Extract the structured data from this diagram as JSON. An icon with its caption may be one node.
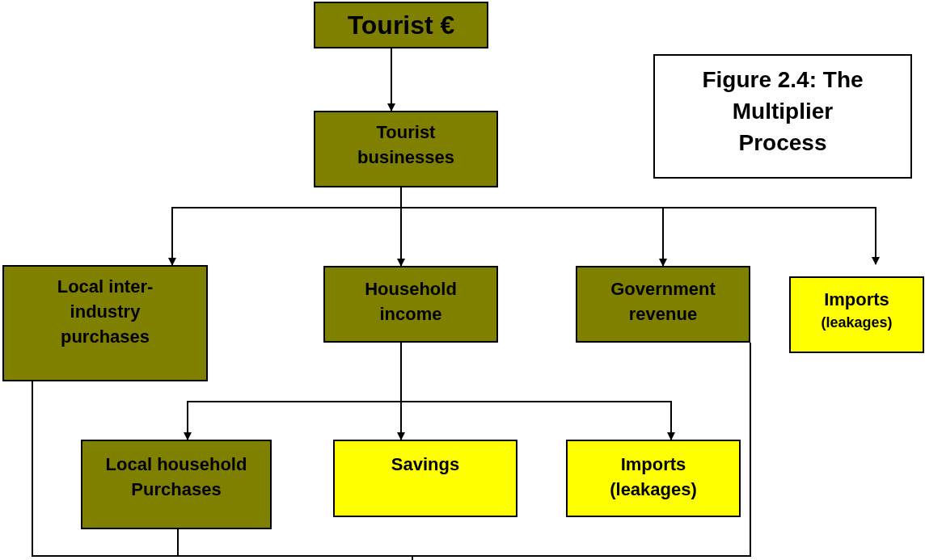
{
  "diagram": {
    "nodes": [
      {
        "text": [
          "Tourist €"
        ]
      },
      {
        "text": [
          "Tourist businesses"
        ]
      },
      {
        "text": [
          "Figure 2.4: The Multiplier Process"
        ]
      },
      {
        "text": [
          "Local inter-industry purchases"
        ]
      },
      {
        "text": [
          "Household income"
        ]
      },
      {
        "text": [
          "Government revenue"
        ]
      },
      {
        "text": [
          "Imports",
          "(leakages)"
        ]
      },
      {
        "text": [
          "Local household Purchases"
        ]
      },
      {
        "text": [
          "Savings"
        ]
      },
      {
        "text": [
          "Imports (leakages)"
        ]
      }
    ],
    "edges": [
      {
        "from": 0,
        "to": 1,
        "arrow": "to"
      },
      {
        "from": 1,
        "to": 3,
        "arrow": "to"
      },
      {
        "from": 1,
        "to": 4,
        "arrow": "to"
      },
      {
        "from": 1,
        "to": 5,
        "arrow": "to"
      },
      {
        "from": 1,
        "to": 6,
        "arrow": "to"
      },
      {
        "from": 4,
        "to": 7,
        "arrow": "to"
      },
      {
        "from": 4,
        "to": 8,
        "arrow": "to"
      },
      {
        "from": 4,
        "to": 9,
        "arrow": "to"
      },
      {
        "from": 3,
        "to": null,
        "arrow": "none"
      },
      {
        "from": 7,
        "to": null,
        "arrow": "none"
      },
      {
        "from": 5,
        "to": null,
        "arrow": "none"
      }
    ]
  }
}
